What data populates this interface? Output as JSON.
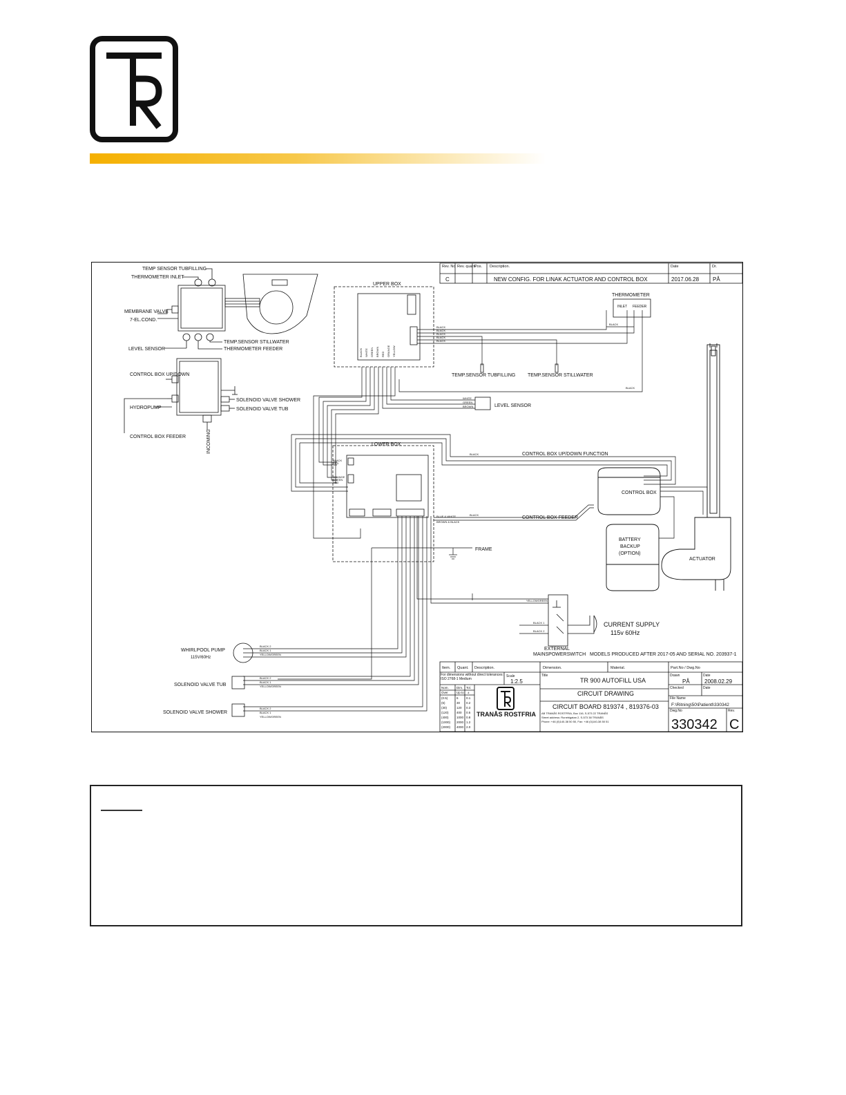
{
  "logo": {
    "name": "tr-logo"
  },
  "revision": {
    "headers": [
      "Rev. No",
      "Rev. quant.",
      "Pos.",
      "Description.",
      "Date",
      "Dr."
    ],
    "row": {
      "rev": "C",
      "quant": "",
      "pos": "",
      "description": "NEW CONFIG. FOR LINAK ACTUATOR AND CONTROL BOX",
      "date": "2017.06.28",
      "dr": "PÅ"
    }
  },
  "components": {
    "temp_sensor_tubfilling_top": "TEMP SENSOR TUBFILLING",
    "thermometer_inlet": "THERMOMETER INLET",
    "membrane_valve": "MEMBRANE VALVE",
    "el_cond": "7-EL.COND.",
    "level_sensor_left": "LEVEL SENSOR",
    "temp_sensor_stillwater_top": "TEMP.SENSOR STILLWATER",
    "thermometer_feeder": "THERMOMETER FEEDER",
    "control_box_updown": "CONTROL BOX UP/DOWN",
    "hydropump": "HYDROPUMP",
    "solenoid_valve_shower_top": "SOLENOID VALVE SHOWER",
    "solenoid_valve_tub_top": "SOLENOID VALVE TUB",
    "control_box_feeder_left": "CONTROL BOX FEEDER",
    "incoming": "INCOMING",
    "upper_box": "UPPER BOX",
    "lower_box": "LOWER BOX",
    "thermometer": "THERMOMETER",
    "inlet": "INLET",
    "feeder": "FEEDER",
    "temp_sensor_tubfilling": "TEMP.SENSOR TUBFILLING",
    "temp_sensor_stillwater": "TEMP.SENSOR STILLWATER",
    "level_sensor": "LEVEL SENSOR",
    "control_box_updown_function": "CONTROL BOX UP/DOWN FUNCTION",
    "control_box_feeder": "CONTROL BOX FEEDER",
    "control_box": "CONTROL BOX",
    "battery_backup": [
      "BATTERY",
      "BACKUP",
      "(OPTION)"
    ],
    "actuator": "ACTUATOR",
    "frame": "FRAME",
    "current_supply": [
      "CURRENT SUPPLY",
      "115v 60Hz"
    ],
    "external_switch": [
      "EXTERNAL",
      "MAINSPOWERSWITCH"
    ],
    "models_note": "MODELS PRODUCED AFTER 2017-05 AND SERIAL NO. 203937-1",
    "whirlpool_pump": [
      "WHIRLPOOL PUMP",
      "115V/60Hz"
    ],
    "solenoid_valve_tub": "SOLENOID VALVE TUB",
    "solenoid_valve_shower": "SOLENOID VALVE SHOWER"
  },
  "wires": {
    "black": "BLACK",
    "white": "WHITE",
    "green": "GREEN",
    "brown": "BROWN",
    "red": "RED",
    "orange": "ORANGE",
    "yellow": "YELLOW",
    "yellowgreen": "YELLOWGREEN",
    "black1": "BLACK 1",
    "black2": "BLACK 2",
    "blue_white": "BLUE & WHITE",
    "brown_black": "BROWN & BLACK"
  },
  "title_block": {
    "headers": [
      "Item.",
      "Quant.",
      "Description.",
      "Dimension.",
      "Material.",
      "Part.No / Dwg.No"
    ],
    "tolerance_note": "For dimensions without direct tolerances: ISO 2768-1 Medium",
    "tolerance_headers": [
      "Nom.",
      "Dim.",
      "Tol."
    ],
    "tolerance_subheaders": [
      "Over",
      "Up to",
      "±"
    ],
    "tolerance_rows": [
      [
        "(0.5)",
        "6",
        "0.1"
      ],
      [
        "(6)",
        "30",
        "0.2"
      ],
      [
        "(30)",
        "120",
        "0.3"
      ],
      [
        "(120)",
        "400",
        "0.5"
      ],
      [
        "(400)",
        "1000",
        "0.8"
      ],
      [
        "(1000)",
        "2000",
        "1.2"
      ],
      [
        "(2000)",
        "4000",
        "2.0"
      ]
    ],
    "scale_label": "Scale",
    "scale": "1:2.5",
    "title_label": "Title",
    "title_line1": "TR 900 AUTOFILL USA",
    "title_line2": "CIRCUIT DRAWING",
    "title_line3": "CIRCUIT BOARD 819374 , 819376-03",
    "drawn_label": "Drawn",
    "drawn": "PÅ",
    "date_label": "Date",
    "date": "2008.02.29",
    "checked_label": "Checked",
    "date2_label": "Date",
    "filename_label": "File Name",
    "filename": "F:\\Ritning\\50\\Patientl\\330342",
    "dwgno_label": "Dwg.No",
    "dwgno": "330342",
    "rev_label": "Rev.",
    "rev": "C",
    "company": "TRANÅS ROSTFRIA",
    "address": [
      "AB TRANÅS ROSTFRIA, Box 116, S-573 22 TRANÅS",
      "Street address: Runebigatan 2, S-573 38 TRANÅS",
      "Phone: +46 (0)140-38 50 50, Fax: +46 (0)140-38 50 51"
    ]
  },
  "note": {
    "heading": ""
  }
}
